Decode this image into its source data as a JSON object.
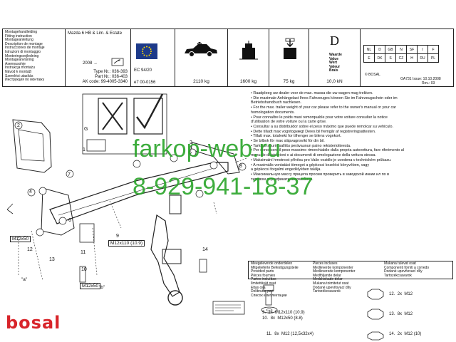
{
  "header": {
    "languages": [
      "Montagehandleiding",
      "Fitting instruction",
      "Montageanleitung",
      "Description de montage",
      "Instrucciones de montaje",
      "Istruzioni di montaggio",
      "Monteringsvejledning",
      "Montageanvisning",
      "Asennusohje",
      "Instrukcja montażu",
      "Návod k montáži",
      "Szerelési utasítás",
      "Инструкция по монтажу"
    ],
    "vehicle": "Mazda 6 HB & Lim. & Estate",
    "year": "2008 →",
    "type_nr": "Type Nr.: 036-393",
    "part_nr": "Part Nr.: 036-403",
    "ak_code": "AK code: 99-4005-3340",
    "ec_label": "EC 94/20",
    "e_approval": "e7  00-0156",
    "weight_total": "2110 kg",
    "weight_trailer": "1600 kg",
    "weight_vertical": "75 kg",
    "d_letter": "D",
    "d_words": [
      "Waarde",
      "Value",
      "Wert",
      "Valeur",
      "Brais"
    ],
    "d_value": "10,0 kN",
    "lang_grid_row1": [
      "NL",
      "D",
      "GB",
      "N",
      "SF",
      "I",
      "F"
    ],
    "lang_grid_row2": [
      "E",
      "DK",
      "S",
      "CZ",
      "H",
      "RU",
      "PL"
    ],
    "bosal_small": "© BOSAL",
    "issue": "OA731 Issue: 10.10.2008",
    "rev": "Rev.: 03"
  },
  "instructions": [
    "• Raadpleeg uw dealer voor de max. massa die uw wagen mag trekken.",
    "• Die maximale Anhängelast Ihres Fahrzeuges können Sie im Fahrzeugschein oder im",
    "  Betriebshandbuch nachlesen.",
    "• For the max. trailer weight of your car please refer to the owner's manual or your car",
    "  homologation documents.",
    "• Pour connaître le poids maxi remorquable pour votre voiture consulter la notice",
    "  d'utilisation de votre voiture ou la carte grise.",
    "• Consultar a su distribuidor sobre el peso máximo que puede remolcar su vehículo.",
    "• Dette tilladt max vogntogvægt Deres bil fremgår af registreringsattesten.",
    "• Tillatt max. totalvekt for tilhenger se bilens vognkort.",
    "• Se bilbok för max släpvagnsvikt för din bil.",
    "• Tarkista suurin sallittu perävaunun paino rekisteriotteesta.",
    "• Per conoscere il peso massimo rimorchiabile dalla propria autovettura, fare riferimento al",
    "  manuale di istruzioni o ai documenti di omologazione della vettura stessa.",
    "• Maksimalní hmotnost přívěsu pro Vaše vozidlo je uvedena v technickém průkazu.",
    "• A maximális vontatási tömeget a gépkocsi kezelési könyvében, vagy",
    "  a gépkocsi forgalmi engedélyében találja.",
    "• Максимальную массу прицепа просим проверить в заводской инкии ил по в",
    "  типовом сертификате автомобиля."
  ],
  "parts_header": {
    "left": [
      "Meegeleverde onderdelen",
      "Mitgelieferte Befestigungsteile",
      "Provided parts",
      "Pièces fournies",
      "Partes incluídas",
      "Ilmitettävät osat",
      "Eltas osa",
      "Delibrutur part",
      "Список комплектации"
    ],
    "mid": [
      "Pieces incluses",
      "Medleverde komponenter",
      "Medleverede komponenter",
      "Medföljande delar",
      "Medskickade delar",
      "Mukana toimitetut osat",
      "Dodané upevňovací díly",
      "Tartozékcsavarok"
    ],
    "right": [
      "Mukana tulevat osat",
      "Componenti forniti a corredo",
      "Dodané upevňovací díly",
      "Tartozékcsavarok"
    ]
  },
  "parts": [
    {
      "no": "9.",
      "qty": "2x",
      "spec": "M12x110 (10.9)"
    },
    {
      "no": "10.",
      "qty": "8x",
      "spec": "M12x50 (8.8)"
    },
    {
      "no": "11.",
      "qty": "8x",
      "spec": "M12 (12,5x32x4)"
    },
    {
      "no": "12.",
      "qty": "2x",
      "spec": "M12"
    },
    {
      "no": "13.",
      "qty": "8x",
      "spec": "M12"
    },
    {
      "no": "14.",
      "qty": "2x",
      "spec": "M12 (10)"
    }
  ],
  "diagram_labels": {
    "n1": "1",
    "n2": "2",
    "n3": "3",
    "n4": "4",
    "n5": "5",
    "n6": "6",
    "n7": "7",
    "n8": "8",
    "n9": "9",
    "n10": "10",
    "n11": "11",
    "n12": "12",
    "n13": "13",
    "n14": "14",
    "m12x50_a": "M12x50",
    "m12x110": "M12x110 (10.9)",
    "m12x50_b": "M12x50",
    "a": "\"a\"",
    "b": "\"b\"",
    "g": "G"
  },
  "watermark": {
    "line1": "farkop-web.ru",
    "line2": "8-929-941-18-37"
  },
  "brand": "bosal",
  "colors": {
    "brand": "#d8242a",
    "watermark": "#2aa52a",
    "flag": "#1d3a8a"
  }
}
